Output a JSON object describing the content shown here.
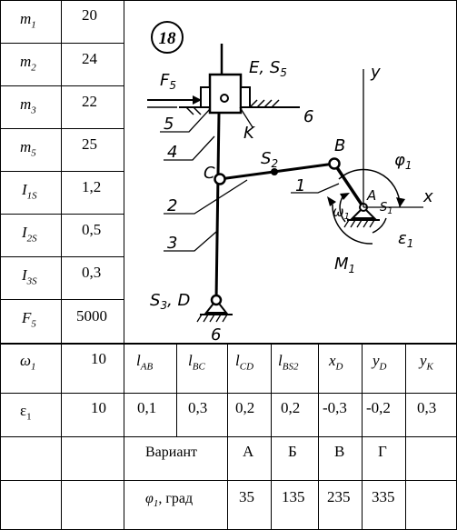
{
  "params_left": [
    {
      "sym": "m",
      "sub": "1",
      "val": "20"
    },
    {
      "sym": "m",
      "sub": "2",
      "val": "24"
    },
    {
      "sym": "m",
      "sub": "3",
      "val": "22"
    },
    {
      "sym": "m",
      "sub": "5",
      "val": "25"
    },
    {
      "sym": "I",
      "sub": "1S",
      "val": "1,2"
    },
    {
      "sym": "I",
      "sub": "2S",
      "val": "0,5"
    },
    {
      "sym": "I",
      "sub": "3S",
      "val": "0,3"
    },
    {
      "sym": "F",
      "sub": "5",
      "val": "5000"
    }
  ],
  "row_omega": {
    "sym": "ω",
    "sub": "1",
    "val": "10"
  },
  "row_eps": {
    "sym": "ε",
    "sub": "1",
    "val": "10"
  },
  "length_headers": [
    {
      "sym": "l",
      "sub": "AB"
    },
    {
      "sym": "l",
      "sub": "BC"
    },
    {
      "sym": "l",
      "sub": "CD"
    },
    {
      "sym": "l",
      "sub": "BS2"
    },
    {
      "sym": "x",
      "sub": "D"
    },
    {
      "sym": "y",
      "sub": "D"
    },
    {
      "sym": "y",
      "sub": "K"
    }
  ],
  "length_values": [
    "0,1",
    "0,3",
    "0,2",
    "0,2",
    "-0,3",
    "-0,2",
    "0,3"
  ],
  "variant_label": "Вариант",
  "variants": [
    "А",
    "Б",
    "В",
    "Г"
  ],
  "phi_label_sym": "φ",
  "phi_label_sub": "1",
  "phi_label_unit": ", град",
  "phi_values": [
    "35",
    "135",
    "235",
    "335"
  ],
  "figure": {
    "number": "18",
    "labels": {
      "F5": "F",
      "F5_sub": "5",
      "E": "E, S",
      "E_sub": "5",
      "K": "K",
      "C": "C",
      "S2": "S",
      "S2_sub": "2",
      "B": "B",
      "A": "A",
      "S1": "S",
      "S1_sub": "1",
      "S3D": "S",
      "S3D_sub": "3",
      "S3D_tail": ", D",
      "y": "y",
      "x": "x",
      "phi1": "φ",
      "phi1_sub": "1",
      "omega1": "ω",
      "omega1_sub": "1",
      "eps1": "ε",
      "eps1_sub": "1",
      "M1": "M",
      "M1_sub": "1",
      "n1": "1",
      "n2": "2",
      "n3": "3",
      "n4": "4",
      "n5": "5",
      "n6a": "6",
      "n6b": "6"
    }
  }
}
